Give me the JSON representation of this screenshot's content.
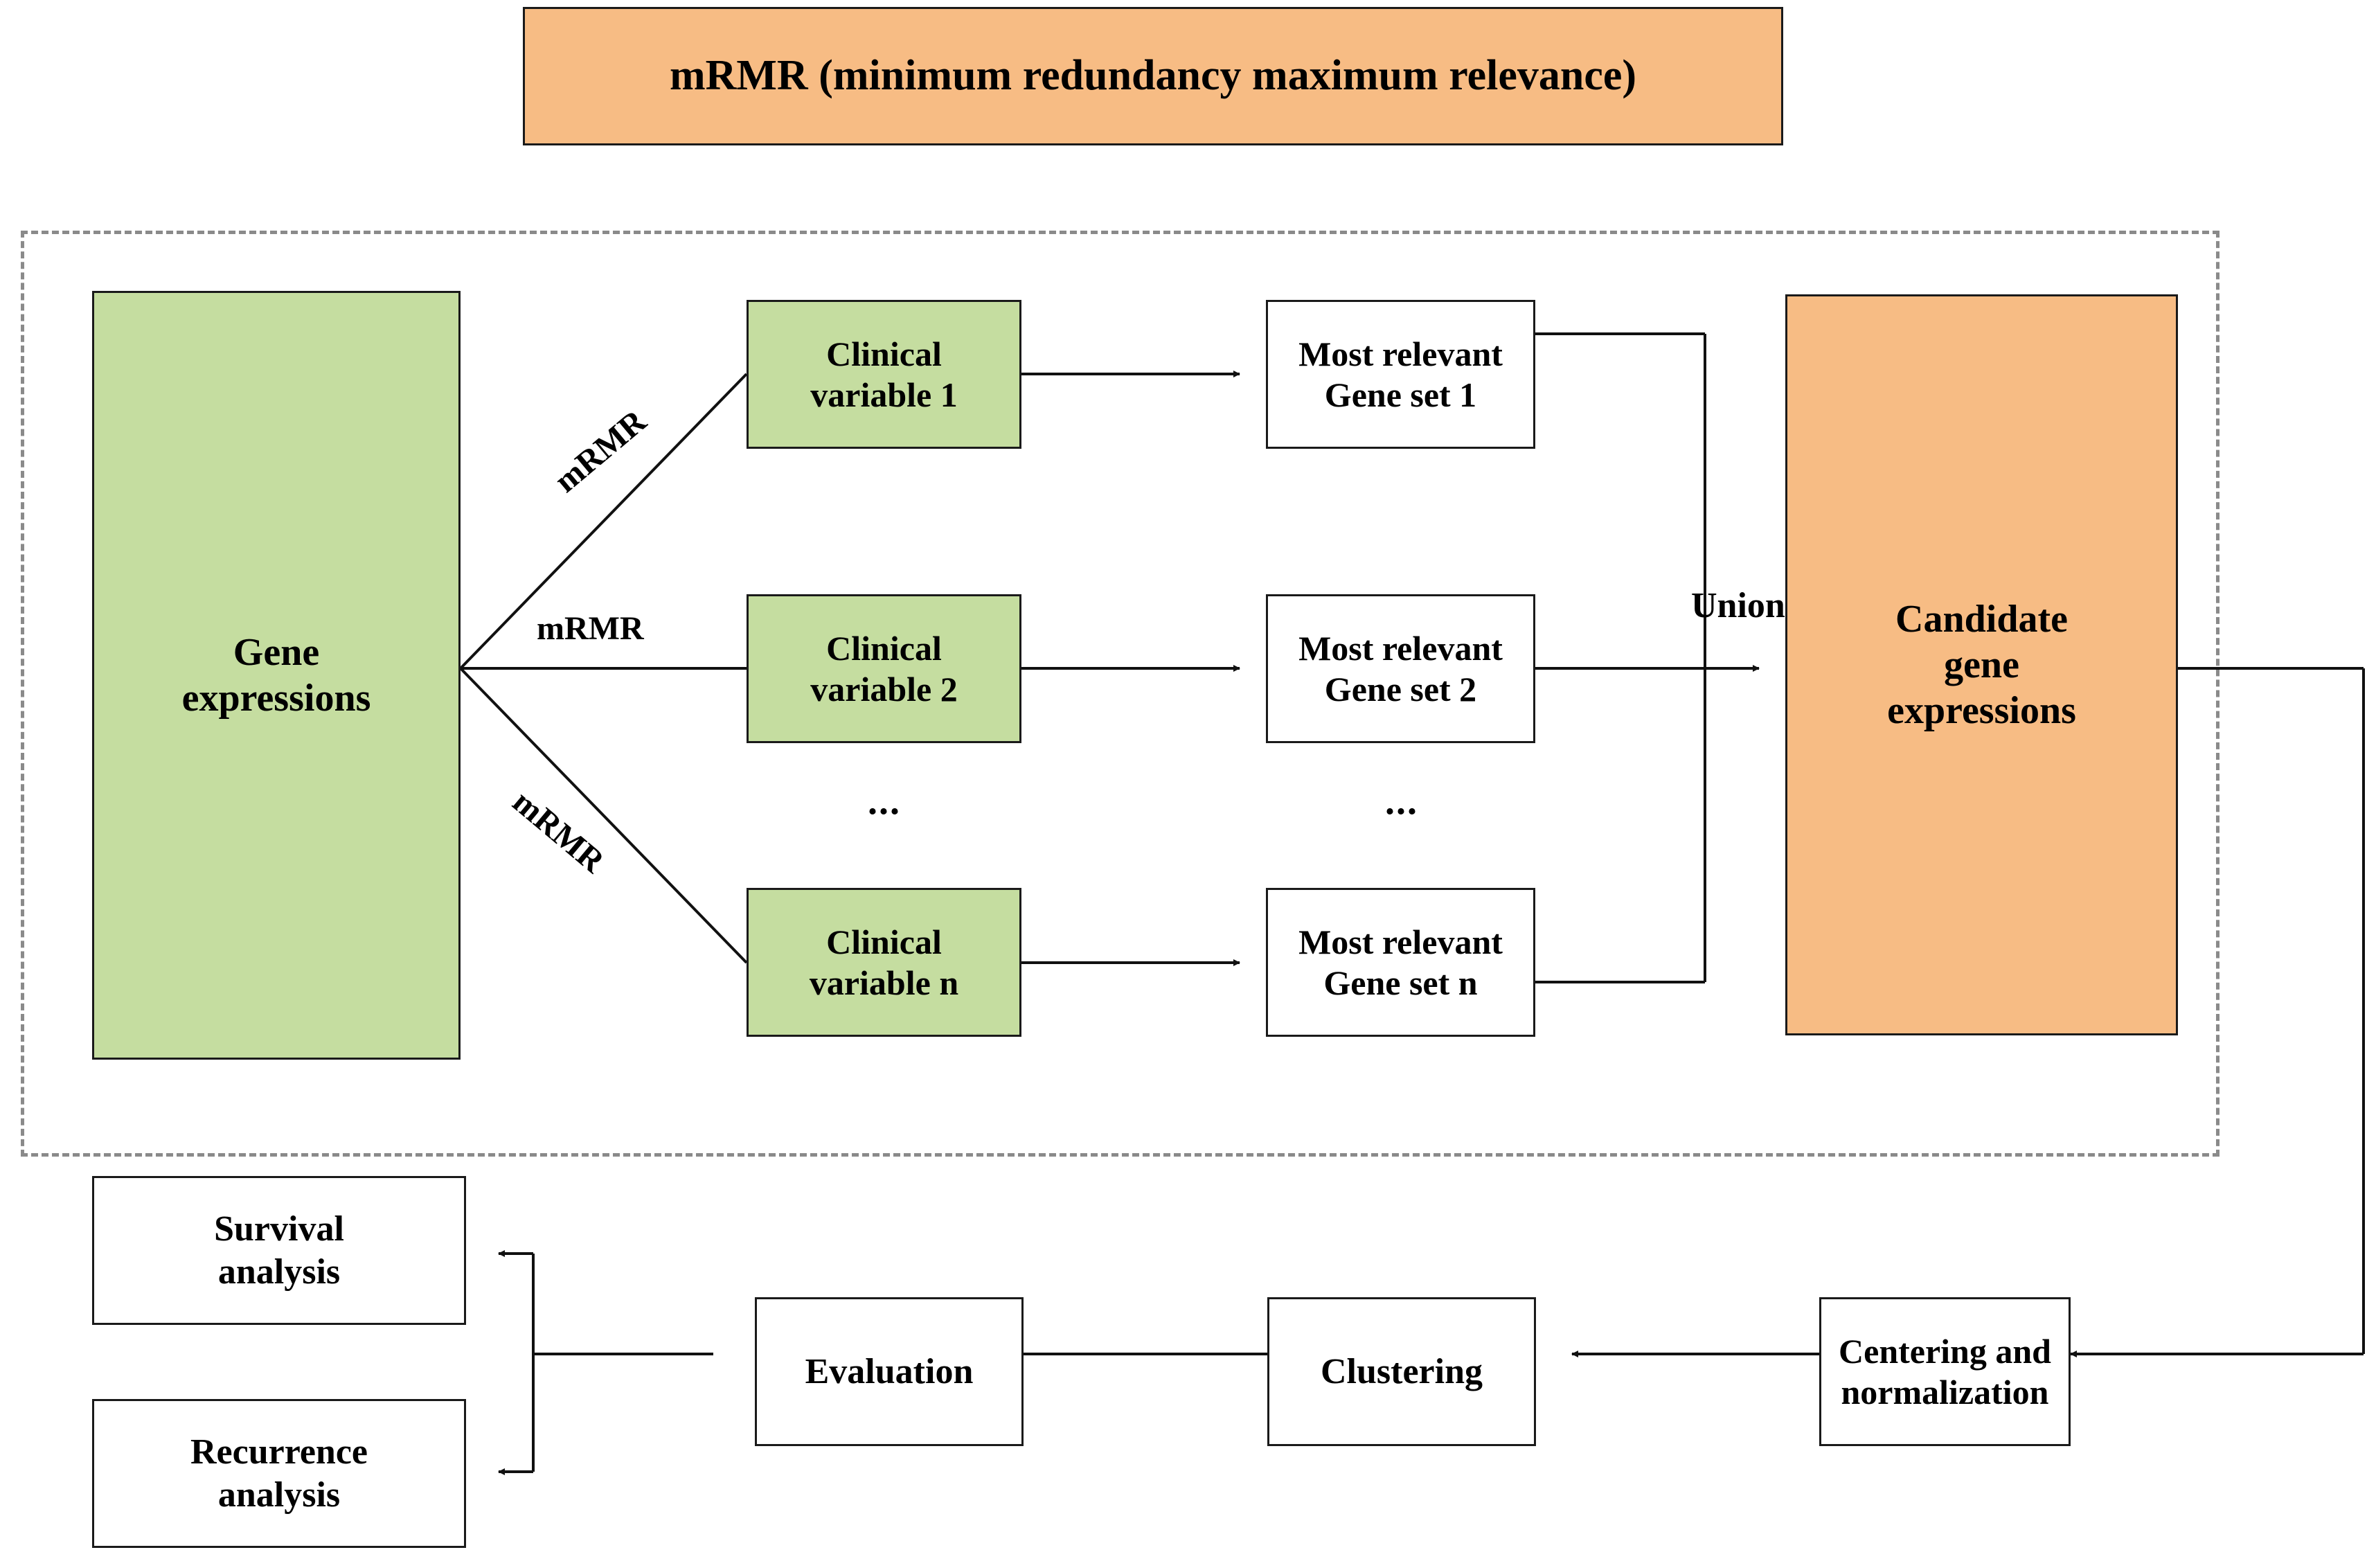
{
  "title_banner": {
    "text": "mRMR (minimum redundancy maximum relevance)",
    "fill": "#f7bc84",
    "border": "#1a1a1a"
  },
  "colors": {
    "green": "#c5dda0",
    "orange": "#f7bc84",
    "white": "#ffffff",
    "line": "#1a1a1a",
    "dashed_border": "#8a8a8a"
  },
  "mrmr_region": {
    "dashed": true
  },
  "source": {
    "label": "Gene expressions",
    "line1": "Gene",
    "line2": "expressions",
    "fill": "#c5dda0"
  },
  "branch_labels": [
    {
      "text": "mRMR",
      "rotation": -40
    },
    {
      "text": "mRMR",
      "rotation": 0
    },
    {
      "text": "mRMR",
      "rotation": 40
    }
  ],
  "clinical_variables": [
    {
      "line1": "Clinical",
      "line2": "variable 1",
      "fill": "#c5dda0"
    },
    {
      "line1": "Clinical",
      "line2": "variable 2",
      "fill": "#c5dda0"
    },
    {
      "line1": "Clinical",
      "line2": "variable n",
      "fill": "#c5dda0"
    }
  ],
  "gene_sets": [
    {
      "line1": "Most relevant",
      "line2": "Gene set 1",
      "fill": "#ffffff"
    },
    {
      "line1": "Most relevant",
      "line2": "Gene set 2",
      "fill": "#ffffff"
    },
    {
      "line1": "Most relevant",
      "line2": "Gene set n",
      "fill": "#ffffff"
    }
  ],
  "ellipsis": {
    "clinical": "...",
    "geneset": "..."
  },
  "union": {
    "label": "Union"
  },
  "candidate": {
    "line1": "Candidate",
    "line2": "gene",
    "line3": "expressions",
    "fill": "#f7bc84"
  },
  "pipeline": {
    "centering": {
      "line1": "Centering and",
      "line2": "normalization"
    },
    "clustering": {
      "line1": "Clustering"
    },
    "evaluation": {
      "line1": "Evaluation"
    },
    "survival": {
      "line1": "Survival",
      "line2": "analysis"
    },
    "recurrence": {
      "line1": "Recurrence",
      "line2": "analysis"
    }
  }
}
